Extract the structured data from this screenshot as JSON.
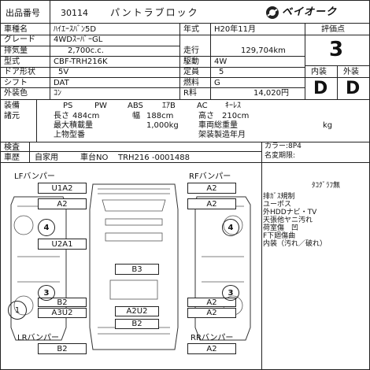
{
  "header": {
    "lot_label": "出品番号",
    "lot_number": "30114",
    "vehicle_title": "パントラブロック",
    "logo_text": "ベイオーク"
  },
  "specs": {
    "model_label": "車種名",
    "model_value": "ﾊｲｴｰｽﾊﾞﾝ5D",
    "year_label": "年式",
    "year_value": "H20年11月",
    "grade_label": "グレード",
    "grade_value": "4WDｽｰﾊﾟｰGL",
    "displacement_label": "排気量",
    "displacement_value": "2,700c.c.",
    "mileage_label": "走行",
    "mileage_value": "129,704km",
    "type_label": "型式",
    "type_value": "CBF-TRH216K",
    "drive_label": "駆動",
    "drive_value": "4W",
    "door_label": "ドア形状",
    "door_value": "5V",
    "capacity_label": "定員",
    "capacity_value": "5",
    "shift_label": "シフト",
    "shift_value": "DAT",
    "fuel_label": "燃料",
    "fuel_value": "G",
    "color_label": "外装色",
    "color_value": "ｺﾝ",
    "recycle_label": "R料",
    "recycle_value": "14,020円"
  },
  "evaluation": {
    "score_label": "評価点",
    "score": "3",
    "interior_label": "内装",
    "interior_grade": "D",
    "exterior_label": "外装",
    "exterior_grade": "D"
  },
  "equipment": {
    "equip_label": "装備",
    "specs_label": "諸元",
    "items": [
      "PS",
      "PW",
      "ABS",
      "ｴｱB",
      "AC",
      "ｷｰﾚｽ"
    ],
    "length_label": "長さ",
    "length_value": "484cm",
    "width_label": "幅",
    "width_value": "188cm",
    "height_label": "高さ",
    "height_value": "210cm",
    "load_label": "最大積載量",
    "load_value": "1,000kg",
    "gvw_label": "車両総重量",
    "gvw_unit": "kg",
    "loading_label": "上物型番",
    "manufacture_label": "架装製造年月"
  },
  "inspection": {
    "inspection_label": "検査",
    "history_label": "車歴",
    "history_value": "自家用",
    "chassis_label": "車台NO",
    "chassis_value": "TRH216 -0001488",
    "color_code_label": "カラー:8P4",
    "name_change_label": "名変期限:"
  },
  "diagram": {
    "lf_label": "LFバンパー",
    "rf_label": "RFバンパー",
    "lr_label": "LRバンパー",
    "rr_label": "RRバンパー",
    "marks": {
      "lf_bumper": "U1A2",
      "rf_bumper": "A2",
      "front_left": "A2",
      "front_right": "A2",
      "left_door_front": "U2A1",
      "roof": "B3",
      "rear_left_1": "B2",
      "rear_left_2": "A3U2",
      "rear_center": "A2U2",
      "rear_bottom": "B2",
      "rear_right_1": "A2",
      "rear_right_2": "A2",
      "lr_bumper": "B2",
      "rr_bumper": "A2"
    },
    "circles": {
      "left_upper": "4",
      "right_upper": "4",
      "left_lower": "3",
      "right_lower": "3",
      "far_left": "1"
    }
  },
  "notes": {
    "tacho": "ﾀｺｸﾞﾗﾌ無",
    "lines": [
      "排ｶﾞｽ規制",
      "ユーポス",
      "外HDDナビ・TV",
      "天張他ヤニ汚れ",
      "荷室傷　凹",
      "F下廻傷曲",
      "内装（汚れ／破れ）"
    ]
  }
}
